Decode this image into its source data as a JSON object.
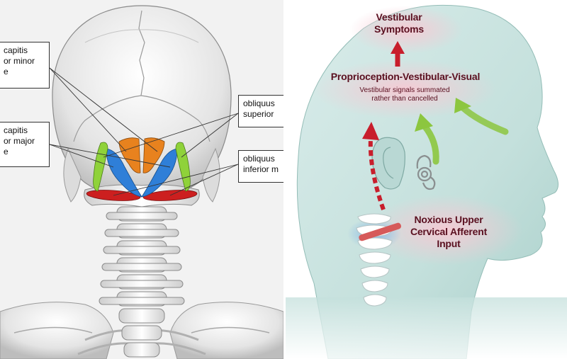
{
  "anatomy_labels": {
    "rectus_capitis_minor": "capitis\nor minor\ne",
    "rectus_capitis_major": "capitis\nor major\ne",
    "obliquus_superior": "obliquus\nsuperior",
    "obliquus_inferior": "obliquus\ninferior m"
  },
  "diagram": {
    "vestibular_symptoms": "Vestibular\nSymptoms",
    "integration_title": "Proprioception-Vestibular-Visual",
    "integration_note": "Vestibular signals summated\nrather than cancelled",
    "cervical_input": "Noxious Upper\nCervical Afferent\nInput"
  },
  "colors": {
    "rectus_minor": "#e8821e",
    "rectus_major": "#2f7fd8",
    "obliquus_superior": "#8fd23a",
    "obliquus_inferior": "#cc1f1f",
    "head_skin": "#cfe6e3",
    "glow": "#f6c9d3",
    "arrow_red": "#c81e2c",
    "arrow_green": "#8cc63f",
    "text_dark_red": "#5a1020"
  }
}
